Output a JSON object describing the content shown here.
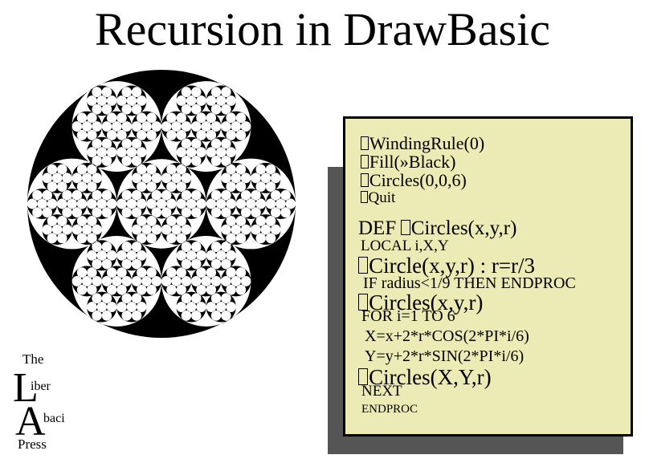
{
  "title": "Recursion in DrawBasic",
  "logo": {
    "the": "The",
    "l_big": "L",
    "iber": "iber",
    "a_big": "A",
    "baci": "baci",
    "press": "Press"
  },
  "code": {
    "glyph": "missing-glyph-box",
    "lines": [
      {
        "glyph": true,
        "text": "WindingRule(0)"
      },
      {
        "glyph": true,
        "text": "Fill(»Black)"
      },
      {
        "glyph": true,
        "text": "Circles(0,0,6)"
      },
      {
        "glyph": true,
        "text": "Quit"
      },
      {
        "glyph": false,
        "text": "DEF "
      },
      {
        "glyph": true,
        "text": "Circles(x,y,r)"
      },
      {
        "glyph": false,
        "text": "LOCAL i,X,Y"
      },
      {
        "glyph": true,
        "text": "Circle(x,y,r) : r=r/3"
      },
      {
        "glyph": false,
        "text": "IF radius<1/9 THEN ENDPROC"
      },
      {
        "glyph": true,
        "text": "Circles(x,y,r)"
      },
      {
        "glyph": false,
        "text": "FOR i=1 TO 6"
      },
      {
        "glyph": false,
        "text": "X=x+2*r*COS(2*PI*i/6)"
      },
      {
        "glyph": false,
        "text": "Y=y+2*r*SIN(2*PI*i/6)"
      },
      {
        "glyph": true,
        "text": "Circles(X,Y,r)"
      },
      {
        "glyph": false,
        "text": "NEXT"
      },
      {
        "glyph": false,
        "text": "ENDPROC"
      }
    ]
  },
  "colors": {
    "panel": "#ecebb6",
    "shadow": "#555555",
    "ink": "#000000",
    "paper": "#ffffff"
  }
}
